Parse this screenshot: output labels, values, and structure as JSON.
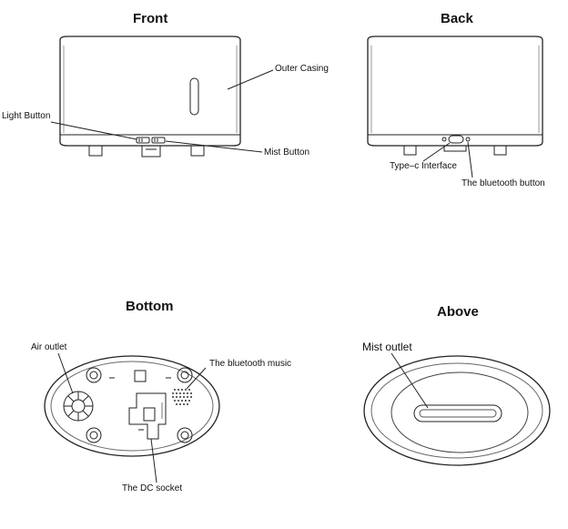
{
  "views": {
    "front": {
      "title": "Front",
      "labels": {
        "casing": "Outer Casing",
        "light": "Light Button",
        "mist": "Mist Button"
      }
    },
    "back": {
      "title": "Back",
      "labels": {
        "typec": "Type–c Interface",
        "bt_button": "The bluetooth button"
      }
    },
    "bottom": {
      "title": "Bottom",
      "labels": {
        "air": "Air outlet",
        "bt_music": "The bluetooth music",
        "dc": "The DC socket"
      }
    },
    "above": {
      "title": "Above",
      "labels": {
        "mist_outlet": "Mist outlet"
      }
    }
  },
  "colors": {
    "line": "#222222",
    "text": "#111111",
    "background": "#ffffff"
  }
}
